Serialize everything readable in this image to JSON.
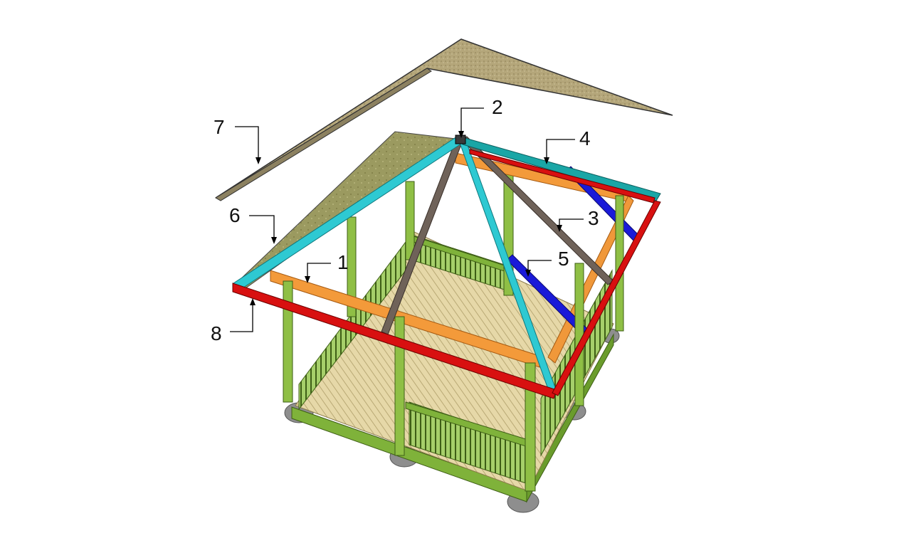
{
  "diagram": {
    "labels": [
      "1",
      "2",
      "3",
      "4",
      "5",
      "6",
      "7",
      "8"
    ]
  },
  "colors": {
    "background": "#ffffff",
    "post_green": "#8fbf45",
    "post_green_dark": "#5f8f24",
    "deck": "#e6d8a8",
    "deck_line": "#b9a975",
    "top_plate_red": "#d81010",
    "hip_rafter_cyan": "#2ec9d2",
    "common_rafter_gray": "#6f6259",
    "ridge_teal": "#1aa6a6",
    "jack_rafter_blue": "#1a1ad8",
    "ceiling_joist_orange": "#f39a3a",
    "roof_sheathing": "#9b9a60",
    "roof_shingles": "#b4a67a",
    "footing_gray": "#9a9a9a",
    "arrow": "#000000"
  }
}
